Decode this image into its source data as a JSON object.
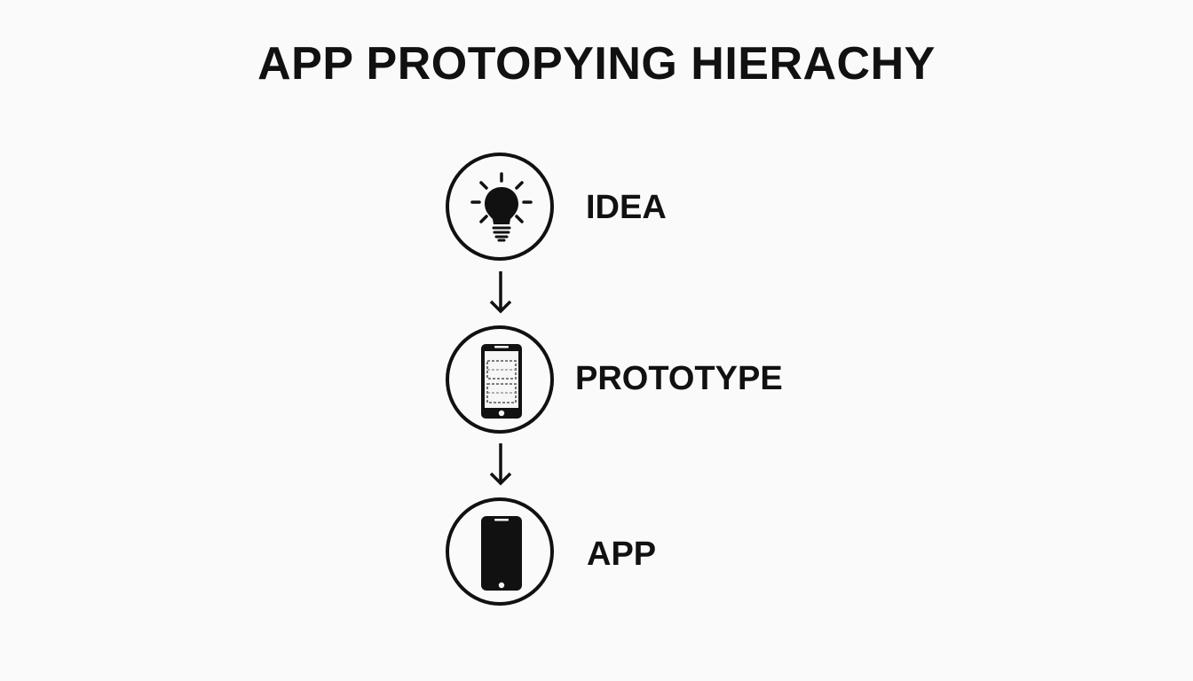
{
  "diagram": {
    "title": "APP PROTOPYING HIERACHY",
    "steps": [
      {
        "label": "IDEA",
        "icon": "lightbulb-icon"
      },
      {
        "label": "PROTOTYPE",
        "icon": "wireframe-phone-icon"
      },
      {
        "label": "APP",
        "icon": "smartphone-icon"
      }
    ],
    "connector": "down-arrow-icon",
    "colors": {
      "background": "#fafafa",
      "ink": "#111111"
    }
  }
}
